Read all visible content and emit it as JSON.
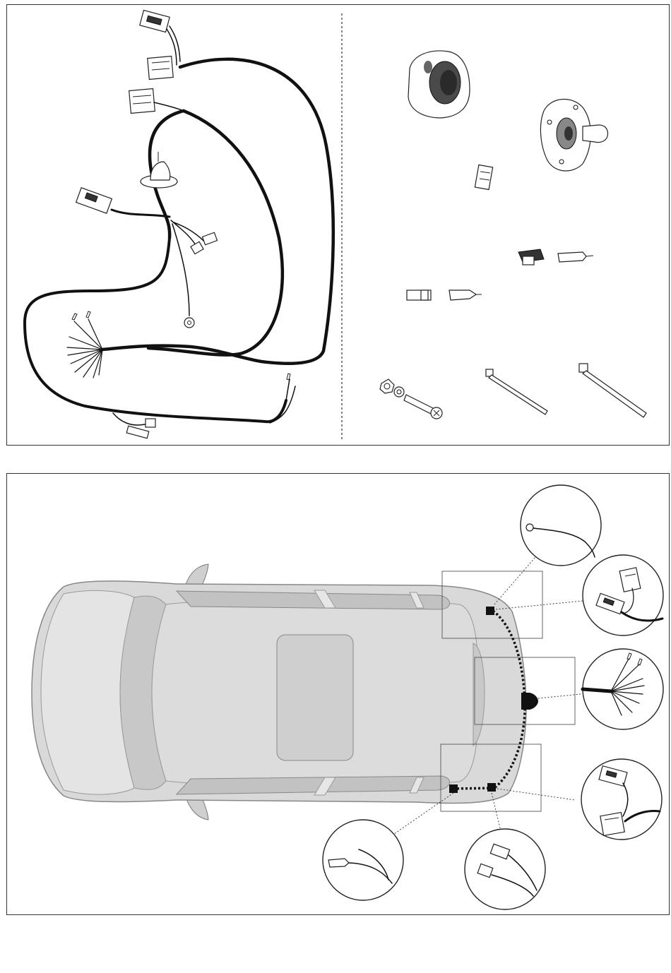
{
  "diagram": {
    "panels": [
      {
        "id": "kit-contents",
        "parts": [
          "wiring-harness",
          "socket-housing",
          "mounting-plate",
          "relay-block",
          "bullet-connector-pair",
          "spade-connector-pair",
          "bolt-nut-washer",
          "cable-tie",
          "cable-tie"
        ]
      },
      {
        "id": "installation-routing",
        "callouts": [
          "ring-terminal",
          "light-connector-left",
          "main-socket-fan",
          "light-connector-right",
          "bullet-connector",
          "spade-connector"
        ]
      }
    ],
    "colors": {
      "ink": "#111111",
      "car_body": "#d9d9d9",
      "car_shadow": "#bdbdbd",
      "route": "#111111"
    }
  }
}
